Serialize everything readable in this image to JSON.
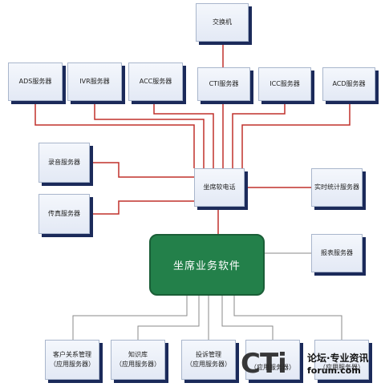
{
  "diagram": {
    "nodes": {
      "switch": "交换机",
      "ads": "ADS服务器",
      "ivr": "IVR服务器",
      "acc": "ACC服务器",
      "cti": "CTI服务器",
      "icc": "ICC服务器",
      "acd": "ACD服务器",
      "recording": "录音服务器",
      "fax": "传真服务器",
      "softphone": "坐席软电话",
      "realtime_stats": "实时统计服务器",
      "core": "坐席业务软件",
      "report": "报表服务器",
      "crm": "客户关系管理",
      "crm_sub": "（应用服务器）",
      "knowledge": "知识库",
      "knowledge_sub": "（应用服务器）",
      "complaint": "投诉管理",
      "complaint_sub": "（应用服务器）",
      "fourth_app_sub": "（应用服务器）",
      "fifth_app_sub": "（应用服务器）"
    },
    "colors": {
      "link_red": "#c0302c",
      "link_gray": "#8a8a8a",
      "core_green": "#23804a",
      "node_shadow": "#1b2a5a"
    }
  },
  "watermark": {
    "logo": "CTi",
    "text_cn": "论坛·专业资讯",
    "text_en": "forum.com"
  }
}
